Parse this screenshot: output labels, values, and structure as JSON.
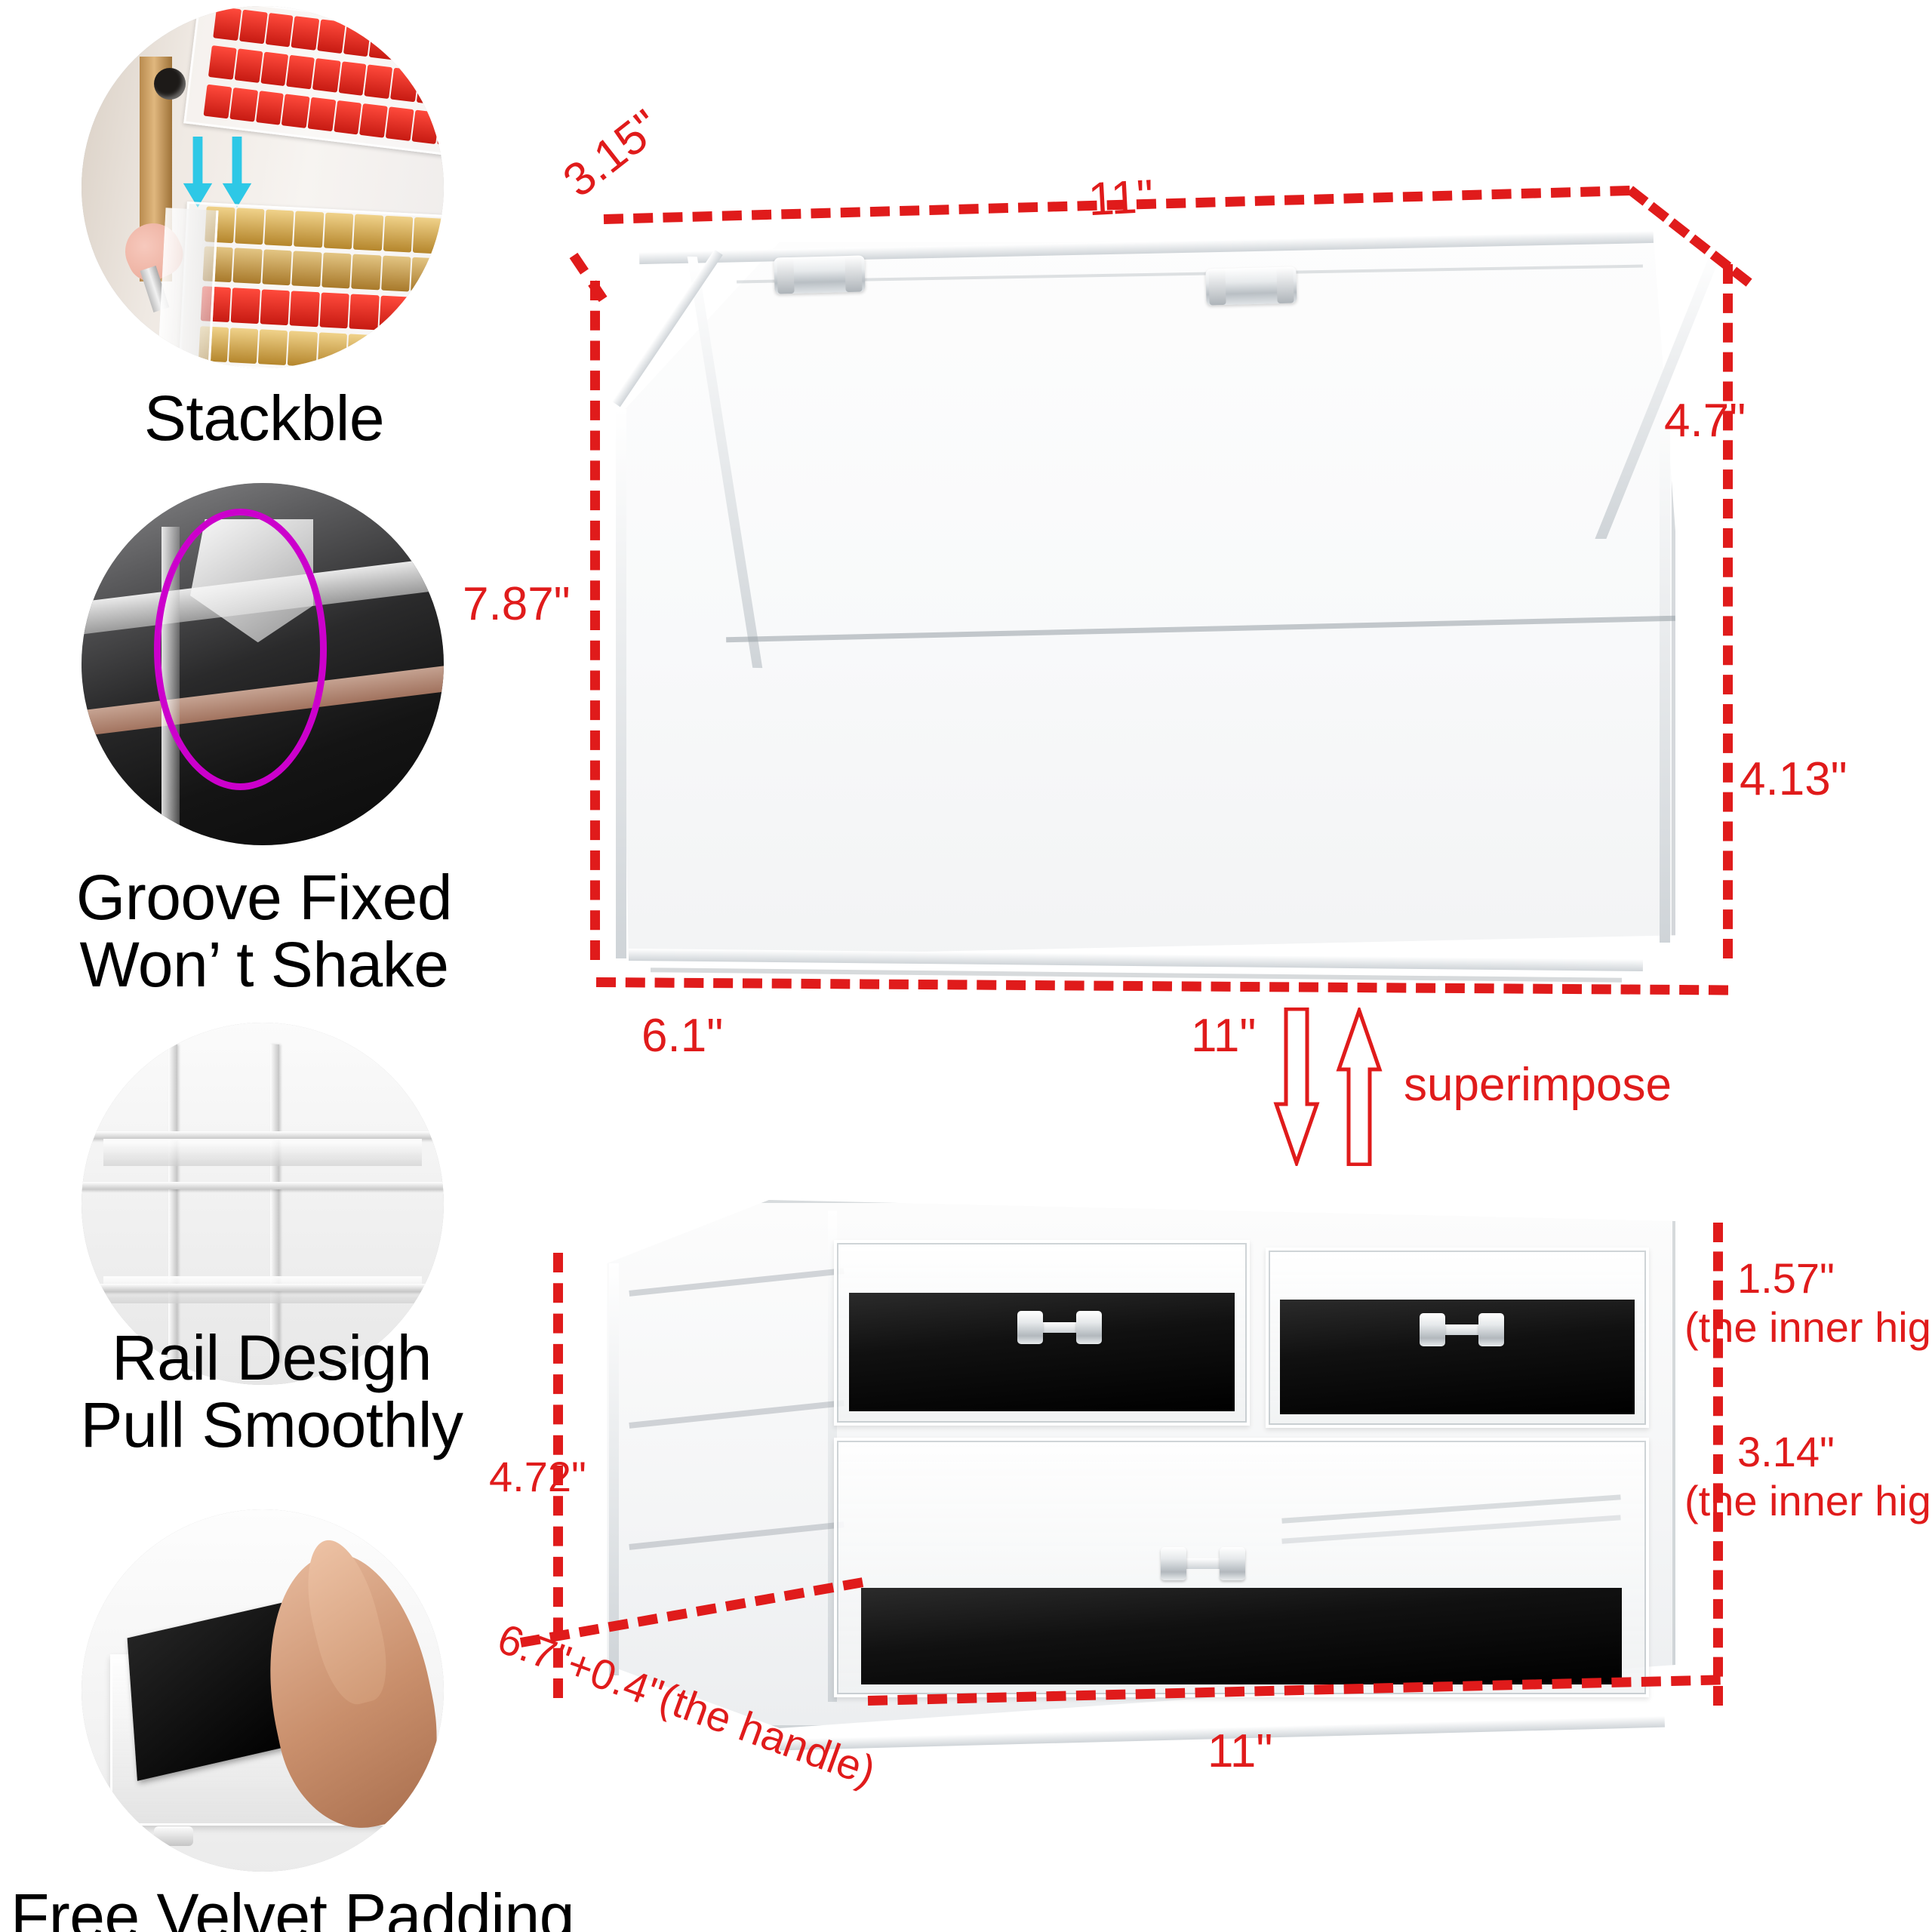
{
  "features": [
    {
      "id": "stackable",
      "caption": "Stackble",
      "photo_name": "stacked-lipstick-drawers-photo"
    },
    {
      "id": "groove",
      "caption": "Groove Fixed\nWon’  t Shake",
      "photo_name": "groove-corner-closeup-photo"
    },
    {
      "id": "rail",
      "caption": "Rail Desigh\nPull Smoothly",
      "photo_name": "drawer-rail-closeup-photo"
    },
    {
      "id": "velvet",
      "caption": "Free Velvet Padding\nPrevent Scratches",
      "photo_name": "velvet-padding-hand-photo"
    }
  ],
  "top_unit": {
    "name": "acrylic-lidded-display-box",
    "dimensions": {
      "depth_top": "3.15\"",
      "width_top": "11\"",
      "slant_right": "4.7\"",
      "height_right": "4.13\"",
      "height_left": "7.87\"",
      "depth_bottom": "6.1\"",
      "width_bottom": "11\""
    }
  },
  "superimpose": {
    "label": "superimpose",
    "arrow_down_name": "arrow-down-icon",
    "arrow_up_name": "arrow-up-icon"
  },
  "bottom_unit": {
    "name": "acrylic-three-drawer-base",
    "dimensions": {
      "top_drawer_height": "1.57\"",
      "top_drawer_note": "(the inner high)",
      "bottom_drawer_height": "3.14\"",
      "bottom_drawer_note": "(the inner high)",
      "side_height": "4.72\"",
      "depth": "6.7\"+0.4\"(the handle)",
      "width": "11\""
    }
  },
  "colors": {
    "annotation_red": "#e01b1b",
    "caption_black": "#000000",
    "highlight_magenta": "#cc00cc",
    "arrow_cyan": "#2ec8e6",
    "background": "#ffffff"
  }
}
